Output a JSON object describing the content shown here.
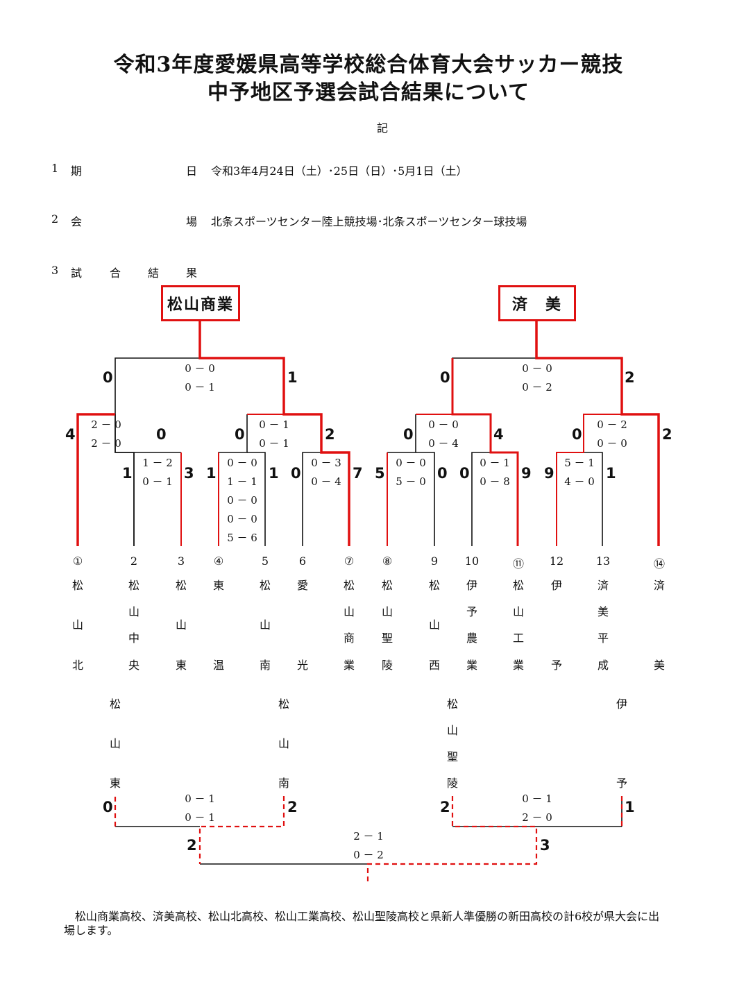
{
  "title_line1": "令和3年度愛媛県高等学校総合体育大会サッカー競技",
  "title_line2": "中予地区予選会試合結果について",
  "ki": "記",
  "item1": {
    "no": "1",
    "label_a": "期",
    "label_b": "日",
    "value": "令和3年4月24日（土）･25日（日）･5月1日（土）"
  },
  "item2": {
    "no": "2",
    "label_a": "会",
    "label_b": "場",
    "value": "北条スポーツセンター陸上競技場･北条スポーツセンター球技場"
  },
  "item3": {
    "no": "3",
    "label_a": "試",
    "label_b": "合",
    "label_c": "結",
    "label_d": "果"
  },
  "winners": [
    "松山商業",
    "済　美"
  ],
  "teams": [
    {
      "num": "①",
      "chars": [
        "松",
        "山",
        "北"
      ]
    },
    {
      "num": "2",
      "chars": [
        "松",
        "山",
        "中",
        "央"
      ]
    },
    {
      "num": "3",
      "chars": [
        "松",
        "山",
        "東"
      ]
    },
    {
      "num": "④",
      "chars": [
        "東",
        "温"
      ]
    },
    {
      "num": "5",
      "chars": [
        "松",
        "山",
        "南"
      ]
    },
    {
      "num": "6",
      "chars": [
        "愛",
        "光"
      ]
    },
    {
      "num": "⑦",
      "chars": [
        "松",
        "山",
        "商",
        "業"
      ]
    },
    {
      "num": "⑧",
      "chars": [
        "松",
        "山",
        "聖",
        "陵"
      ]
    },
    {
      "num": "9",
      "chars": [
        "松",
        "山",
        "西"
      ]
    },
    {
      "num": "10",
      "chars": [
        "伊",
        "予",
        "農",
        "業"
      ]
    },
    {
      "num": "⑪",
      "chars": [
        "松",
        "山",
        "工",
        "業"
      ]
    },
    {
      "num": "12",
      "chars": [
        "伊",
        "予"
      ]
    },
    {
      "num": "13",
      "chars": [
        "済",
        "美",
        "平",
        "成"
      ]
    },
    {
      "num": "⑭",
      "chars": [
        "済",
        "美"
      ]
    }
  ],
  "scores": {
    "left_final": {
      "lt": "0",
      "rt": "1",
      "h1": "0 － 0",
      "h2": "0 － 1"
    },
    "right_final": {
      "lt": "0",
      "rt": "2",
      "h1": "0 － 0",
      "h2": "0 － 2"
    },
    "L_sf1": {
      "lt": "4",
      "rt": "0",
      "h1": "2 － 0",
      "h2": "2 － 0"
    },
    "L_sf2": {
      "lt": "0",
      "rt": "2",
      "h1": "0 － 1",
      "h2": "0 － 1"
    },
    "R_sf1": {
      "lt": "0",
      "rt": "4",
      "h1": "0 － 0",
      "h2": "0 － 4"
    },
    "R_sf2": {
      "lt": "0",
      "rt": "2",
      "h1": "0 － 2",
      "h2": "0 － 0"
    },
    "m23": {
      "lt": "1",
      "rt": "3",
      "h1": "1 － 2",
      "h2": "0 － 1"
    },
    "m45": {
      "lt": "1",
      "rt": "1",
      "h1": "0 － 0",
      "h2": "1 － 1",
      "h3": "0 － 0",
      "h4": "0 － 0",
      "h5": "5 － 6"
    },
    "m67": {
      "lt": "0",
      "rt": "7",
      "h1": "0 － 3",
      "h2": "0 － 4"
    },
    "m89": {
      "lt": "5",
      "rt": "0",
      "h1": "0 － 0",
      "h2": "5 － 0"
    },
    "m1011": {
      "lt": "0",
      "rt": "9",
      "h1": "0 － 1",
      "h2": "0 － 8"
    },
    "m1213": {
      "lt": "9",
      "rt": "1",
      "h1": "5 － 1",
      "h2": "4 － 0"
    }
  },
  "playoff": {
    "teams": [
      {
        "chars": [
          "松",
          "山",
          "東"
        ]
      },
      {
        "chars": [
          "松",
          "山",
          "南"
        ]
      },
      {
        "chars": [
          "松",
          "山",
          "聖",
          "陵"
        ]
      },
      {
        "chars": [
          "伊",
          "予"
        ]
      }
    ],
    "p1": {
      "lt": "0",
      "rt": "2",
      "h1": "0 － 1",
      "h2": "0 － 1"
    },
    "p2": {
      "lt": "2",
      "rt": "1",
      "h1": "0 － 1",
      "h2": "2 － 0"
    },
    "final": {
      "lt": "2",
      "rt": "3",
      "h1": "2 － 1",
      "h2": "0 － 2"
    }
  },
  "footer": "　松山商業高校、済美高校、松山北高校、松山工業高校、松山聖陵高校と県新人準優勝の新田高校の計6校が県大会に出場します。",
  "colors": {
    "win": "#e01010",
    "line": "#111111"
  }
}
